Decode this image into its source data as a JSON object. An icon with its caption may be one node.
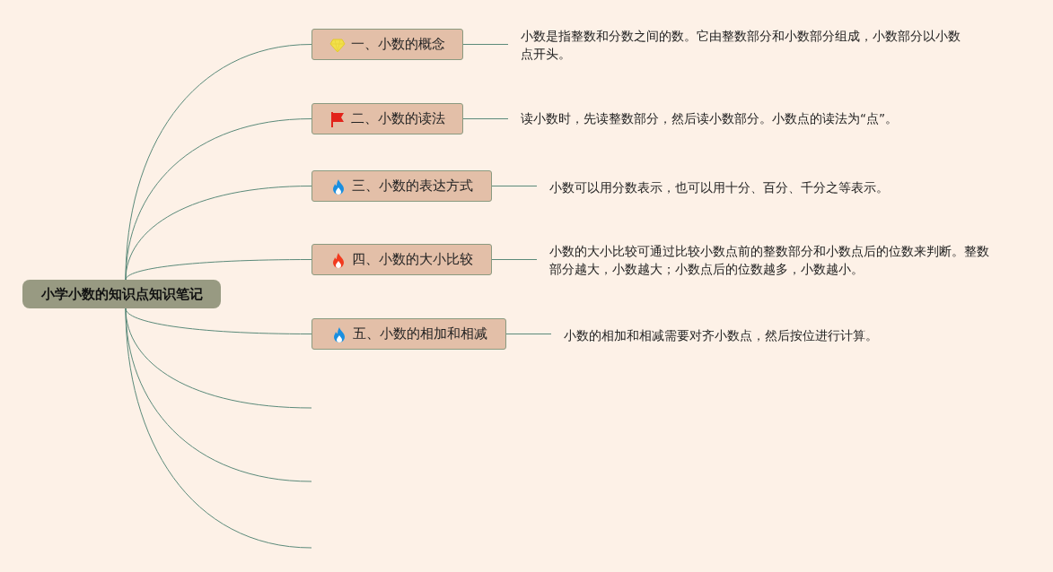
{
  "diagram": {
    "nodes": [
      {
        "text": [
          "小学小数的知识点知识笔记"
        ]
      },
      {
        "text": [
          "一、小数的概念"
        ]
      },
      {
        "text": [
          "二、小数的读法"
        ]
      },
      {
        "text": [
          "三、小数的表达方式"
        ]
      },
      {
        "text": [
          "四、小数的大小比较"
        ]
      },
      {
        "text": [
          "五、小数的相加和相减"
        ]
      },
      {
        "text": [
          "小数是指整数和分数之间的数。它由整数部分和小数部分组成，小数部分以小数点开头。"
        ]
      },
      {
        "text": [
          "读小数时，先读整数部分，然后读小数部分。小数点的读法为“点”。"
        ]
      },
      {
        "text": [
          "小数可以用分数表示，也可以用十分、百分、千分之等表示。"
        ]
      },
      {
        "text": [
          "小数的大小比较可通过比较小数点前的整数部分和小数点后的位数来判断。整数部分越大，小数越大；小数点后的位数越多，小数越小。"
        ]
      },
      {
        "text": [
          "小数的相加和相减需要对齐小数点，然后按位进行计算。"
        ]
      }
    ],
    "edges": [
      {
        "from": 0,
        "to": 1,
        "arrow": "none"
      },
      {
        "from": 0,
        "to": 2,
        "arrow": "none"
      },
      {
        "from": 0,
        "to": 3,
        "arrow": "none"
      },
      {
        "from": 0,
        "to": 4,
        "arrow": "none"
      },
      {
        "from": 0,
        "to": 5,
        "arrow": "none"
      },
      {
        "from": 0,
        "to": null,
        "arrow": "none"
      },
      {
        "from": 0,
        "to": null,
        "arrow": "none"
      },
      {
        "from": 0,
        "to": null,
        "arrow": "none"
      },
      {
        "from": 1,
        "to": 6,
        "arrow": "none"
      },
      {
        "from": 2,
        "to": 7,
        "arrow": "none"
      },
      {
        "from": 3,
        "to": 8,
        "arrow": "none"
      },
      {
        "from": 4,
        "to": 9,
        "arrow": "none"
      },
      {
        "from": 5,
        "to": 10,
        "arrow": "none"
      }
    ]
  }
}
